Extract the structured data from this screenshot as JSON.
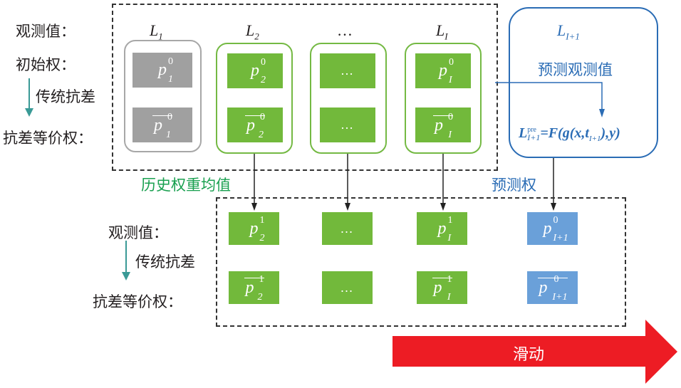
{
  "left_labels_top": {
    "observation": "观测值：",
    "initial_weight": "初始权：",
    "process": "传统抗差",
    "equivalent_weight": "抗差等价权："
  },
  "left_labels_bottom": {
    "observation": "观测值：",
    "process": "传统抗差",
    "equivalent_weight": "抗差等价权："
  },
  "top_groups": [
    {
      "name": "L",
      "sub": "1",
      "cell_top": {
        "base": "p",
        "sup": "0",
        "sub": "1"
      },
      "cell_bottom": {
        "base": "p",
        "sup": "0",
        "sub": "1",
        "bar": true
      },
      "style": "gray"
    },
    {
      "name": "L",
      "sub": "2",
      "cell_top": {
        "base": "p",
        "sup": "0",
        "sub": "2"
      },
      "cell_bottom": {
        "base": "p",
        "sup": "0",
        "sub": "2",
        "bar": true
      },
      "style": "green"
    },
    {
      "name": "…",
      "sub": "",
      "cell_top": {
        "text": "…"
      },
      "cell_bottom": {
        "text": "…"
      },
      "style": "green"
    },
    {
      "name": "L",
      "sub": "I",
      "cell_top": {
        "base": "p",
        "sup": "0",
        "sub": "I"
      },
      "cell_bottom": {
        "base": "p",
        "sup": "0",
        "sub": "I",
        "bar": true
      },
      "style": "green"
    }
  ],
  "prediction_box": {
    "name": "L",
    "sub": "I+1",
    "title": "预测观测值",
    "formula": {
      "lhs_base": "L",
      "lhs_sup": "pre",
      "lhs_sub": "I+1",
      "rhs": "=F(g(x,t",
      "rhs_sub": "I+1",
      "rhs_end": "),y)"
    },
    "color": "#2a6cb5"
  },
  "annotations": {
    "history_mean": "历史权重均值",
    "predicted_weight": "预测权"
  },
  "bottom_cells": [
    {
      "top": {
        "base": "p",
        "sup": "1",
        "sub": "2"
      },
      "bottom": {
        "base": "p",
        "sup": "1",
        "sub": "2",
        "bar": true
      },
      "style": "green"
    },
    {
      "top": {
        "text": "…"
      },
      "bottom": {
        "text": "…"
      },
      "style": "green"
    },
    {
      "top": {
        "base": "p",
        "sup": "1",
        "sub": "I"
      },
      "bottom": {
        "base": "p",
        "sup": "1",
        "sub": "I",
        "bar": true
      },
      "style": "green"
    },
    {
      "top": {
        "base": "p",
        "sup": "0",
        "sub": "I+1"
      },
      "bottom": {
        "base": "p",
        "sup": "0",
        "sub": "I+1",
        "bar": true
      },
      "style": "blue"
    }
  ],
  "slide_arrow": {
    "label": "滑动",
    "color": "#ed1c24"
  },
  "colors": {
    "green": "#72b93b",
    "gray": "#a0a0a0",
    "blue": "#6aa0d9",
    "teal": "#3a9a96",
    "history_text": "#1aa050",
    "pred_text": "#2a6cb5"
  }
}
